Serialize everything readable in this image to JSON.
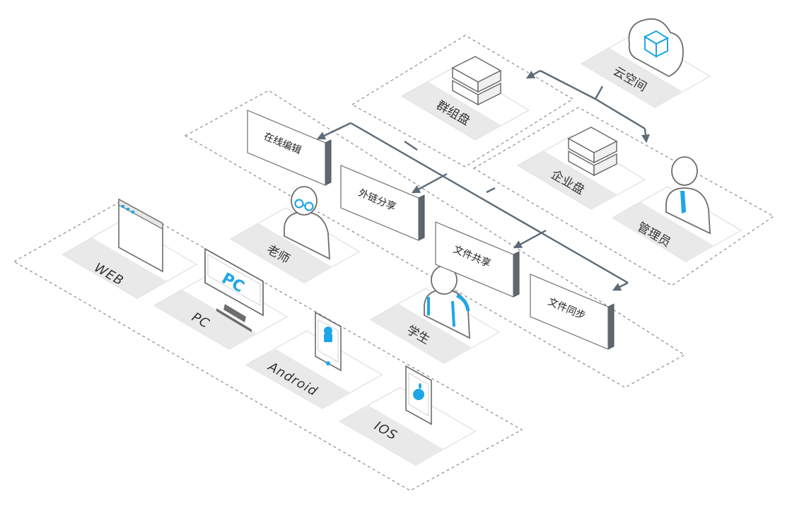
{
  "platforms": {
    "web": "WEB",
    "pc": "PC",
    "pc_screen": "PC",
    "android": "Android",
    "ios": "IOS"
  },
  "roles": {
    "teacher": "老师",
    "student": "学生",
    "admin": "管理员"
  },
  "features": {
    "online_edit": "在线编辑",
    "external_share": "外链分享",
    "file_share": "文件共享",
    "file_sync": "文件同步"
  },
  "storage": {
    "cloud": "云空间",
    "group_disk": "群组盘",
    "enterprise_disk": "企业盘"
  },
  "colors": {
    "accent": "#1ea6e6",
    "connector": "#5c6b77",
    "card_side": "#5f6770"
  }
}
